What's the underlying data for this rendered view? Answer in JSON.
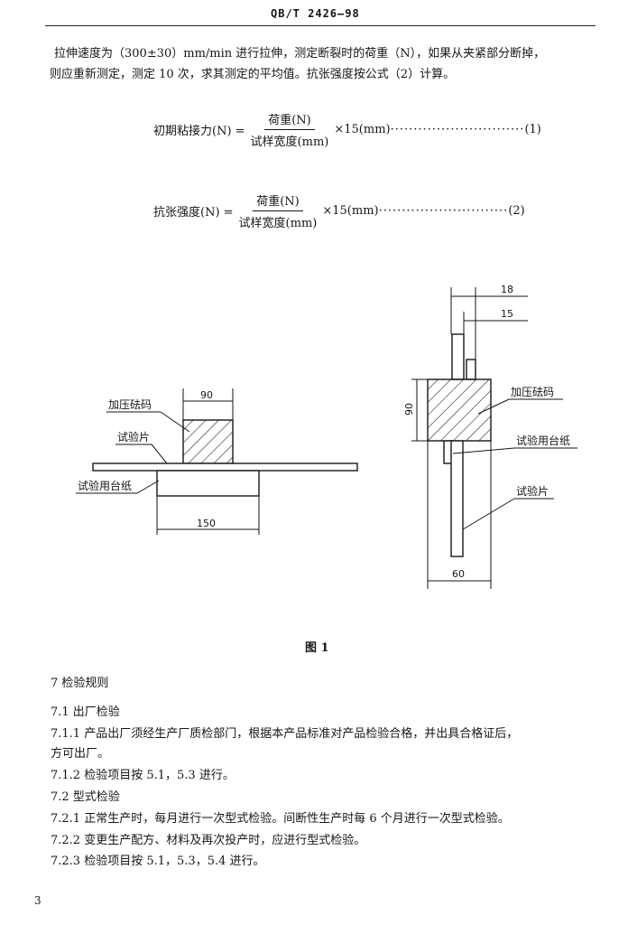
{
  "header": {
    "standard_code": "QB/T 2426—98"
  },
  "intro": {
    "line1": "拉伸速度为（300±30）mm/min 进行拉伸，测定断裂时的荷重（N），如果从夹紧部分断掉，",
    "line2": "则应重新测定，测定 10 次，求其测定的平均值。抗张强度按公式（2）计算。"
  },
  "formula1": {
    "lhs": "初期粘接力(N) =",
    "numerator": "荷重(N)",
    "denominator": "试样宽度(mm)",
    "rhs": "×15(mm)",
    "number": "(1)"
  },
  "formula2": {
    "lhs": "抗张强度(N) =",
    "numerator": "荷重(N)",
    "denominator": "试样宽度(mm)",
    "rhs": "×15(mm)",
    "number": "(2)"
  },
  "figure": {
    "left": {
      "label_weight": "加压砝码",
      "label_sample": "试验片",
      "label_paper": "试验用台纸",
      "dim_top": "90",
      "dim_bottom": "150"
    },
    "right": {
      "label_weight": "加压砝码",
      "label_paper": "试验用台纸",
      "label_sample": "试验片",
      "dim_18": "18",
      "dim_15": "15",
      "dim_90": "90",
      "dim_60": "60"
    },
    "caption": "图 1"
  },
  "section7": {
    "title": "7  检验规则",
    "s71": "7.1  出厂检验",
    "s711_line1": "7.1.1  产品出厂须经生产厂质检部门，根据本产品标准对产品检验合格，并出具合格证后，",
    "s711_line2": "方可出厂。",
    "s712": "7.1.2  检验项目按 5.1，5.3 进行。",
    "s72": "7.2  型式检验",
    "s721": "7.2.1  正常生产时，每月进行一次型式检验。间断性生产时每 6 个月进行一次型式检验。",
    "s722": "7.2.2  变更生产配方、材料及再次投产时，应进行型式检验。",
    "s723": "7.2.3  检验项目按 5.1，5.3，5.4 进行。"
  },
  "footer": {
    "page_number": "3"
  }
}
